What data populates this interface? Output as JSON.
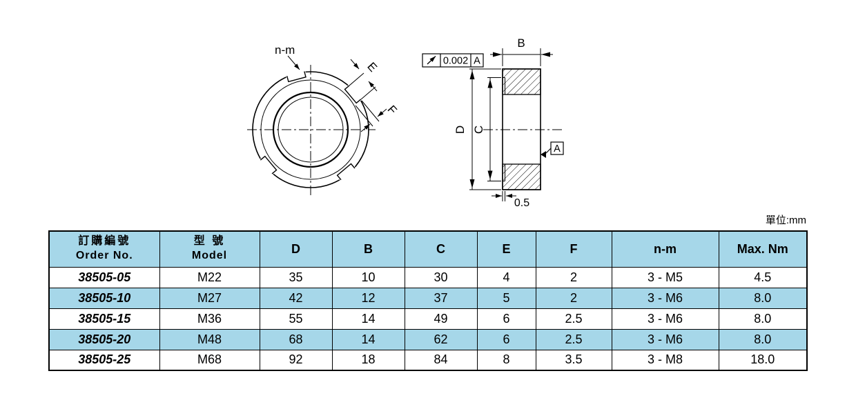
{
  "unit_label": "單位:mm",
  "colors": {
    "table_blue": "#a6d7e9"
  },
  "drawing": {
    "front": {
      "slot_label": "n-m",
      "dim_e": "E",
      "dim_f": "F"
    },
    "section": {
      "dim_b": "B",
      "dim_d": "D",
      "dim_c": "C",
      "dim_recess": "0.5",
      "tolerance_value": "0.002",
      "tolerance_datum": "A",
      "datum_label": "A"
    }
  },
  "table": {
    "headers": {
      "order_no_zh": "訂購編號",
      "order_no_en": "Order No.",
      "model_zh": "型 號",
      "model_en": "Model",
      "cols": [
        "D",
        "B",
        "C",
        "E",
        "F",
        "n-m",
        "Max. Nm"
      ]
    },
    "rows": [
      [
        "38505-05",
        "M22",
        "35",
        "10",
        "30",
        "4",
        "2",
        "3 - M5",
        "4.5"
      ],
      [
        "38505-10",
        "M27",
        "42",
        "12",
        "37",
        "5",
        "2",
        "3 - M6",
        "8.0"
      ],
      [
        "38505-15",
        "M36",
        "55",
        "14",
        "49",
        "6",
        "2.5",
        "3 - M6",
        "8.0"
      ],
      [
        "38505-20",
        "M48",
        "68",
        "14",
        "62",
        "6",
        "2.5",
        "3 - M6",
        "8.0"
      ],
      [
        "38505-25",
        "M68",
        "92",
        "18",
        "84",
        "8",
        "3.5",
        "3 - M8",
        "18.0"
      ]
    ]
  }
}
